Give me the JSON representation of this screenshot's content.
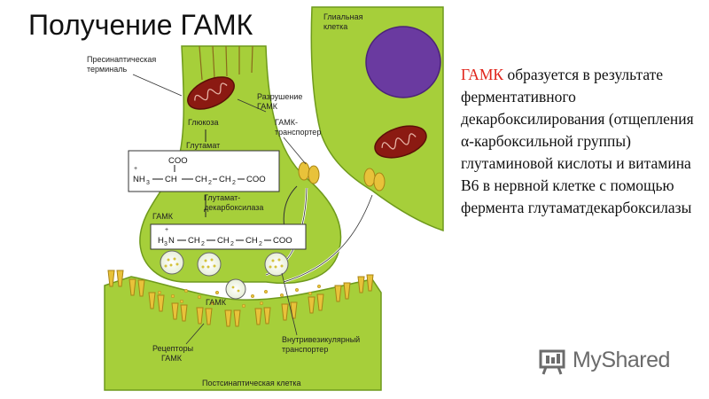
{
  "title": "Получение ГАМК",
  "description": {
    "highlight": "ГАМК",
    "text": " образуется в результате ферментативного декарбоксилирования (отщепления α-карбоксильной группы) глутаминовой кислоты и витамина В6 в нервной клетке с помощью фермента глутаматдекарбоксилазы"
  },
  "diagram": {
    "labels": {
      "glial_1": "Глиальная",
      "glial_2": "клетка",
      "presyn_1": "Пресинаптическая",
      "presyn_2": "терминаль",
      "destruct_1": "Разрушение",
      "destruct_2": "ГАМК",
      "transporter_1": "ГАМК-",
      "transporter_2": "транспортер",
      "glucose": "Глюкоза",
      "glutamate": "Глутамат",
      "decarb_1": "Глутамат-",
      "decarb_2": "декарбоксилаза",
      "gaba": "ГАМК",
      "gaba_cleft": "ГАМК",
      "receptors_1": "Рецепторы",
      "receptors_2": "ГАМК",
      "vesicular_1": "Внутривезикулярный",
      "vesicular_2": "транспортер",
      "postsyn": "Постсинаптическая клетка"
    },
    "formula_glutamate": {
      "coo_top": "COO",
      "charge_plus": "+",
      "nh3": "NH",
      "nh3_sub": "3",
      "ch": "CH",
      "ch2_a": "CH",
      "ch2_b": "CH",
      "sub_2": "2",
      "coo_end": "COO"
    },
    "formula_gaba": {
      "charge_plus": "+",
      "h3n": "H",
      "h3n_sub": "3",
      "n": "N",
      "ch2": "CH",
      "sub_2": "2",
      "coo_end": "COO"
    }
  },
  "colors": {
    "cell_green": "#a6cf3a",
    "cell_edge": "#6f9a1c",
    "nucleus": "#6a3aa0",
    "mitochondria": "#8b1a12",
    "receptor": "#e8c23a",
    "text_accent": "#e0241b"
  },
  "watermark": {
    "brand": "MyShared",
    "icon": "presentation-board-icon"
  }
}
